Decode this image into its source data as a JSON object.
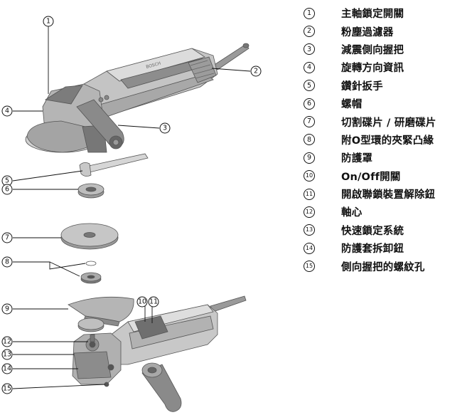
{
  "legend": [
    {
      "num": "1",
      "label": "主軸鎖定開關"
    },
    {
      "num": "2",
      "label": "粉塵過濾器"
    },
    {
      "num": "3",
      "label": "減震側向握把"
    },
    {
      "num": "4",
      "label": "旋轉方向資訊"
    },
    {
      "num": "5",
      "label": "鑽針扳手"
    },
    {
      "num": "6",
      "label": "螺帽"
    },
    {
      "num": "7",
      "label": "切割碟片 / 研磨碟片"
    },
    {
      "num": "8",
      "label": "附O型環的夾緊凸緣"
    },
    {
      "num": "9",
      "label": "防護罩"
    },
    {
      "num": "10",
      "label": "On/Off開關"
    },
    {
      "num": "11",
      "label": "開啟聯鎖裝置解除鈕"
    },
    {
      "num": "12",
      "label": "軸心"
    },
    {
      "num": "13",
      "label": "快速鎖定系統"
    },
    {
      "num": "14",
      "label": "防護套拆卸鈕"
    },
    {
      "num": "15",
      "label": "側向握把的螺紋孔"
    }
  ],
  "callouts": {
    "c1": "1",
    "c2": "2",
    "c3": "3",
    "c4": "4",
    "c5": "5",
    "c6": "6",
    "c7": "7",
    "c8": "8",
    "c9": "9",
    "c10": "10",
    "c11": "11",
    "c12": "12",
    "c13": "13",
    "c14": "14",
    "c15": "15"
  },
  "device_branding": {
    "top_housing_text": "BOSCH"
  }
}
